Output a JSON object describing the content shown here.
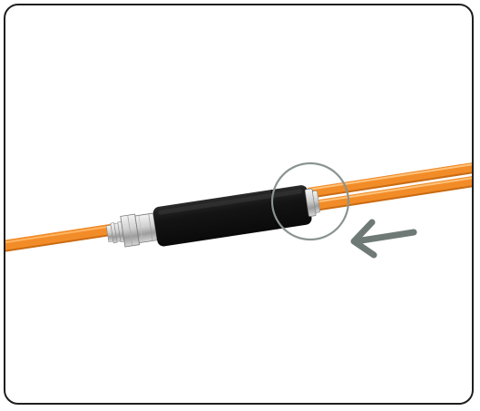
{
  "illustration": {
    "icons": {
      "frame": "rounded-frame",
      "cable": "orange-cable",
      "connector": "metal-connector",
      "sleeve": "black-sleeve",
      "highlight": "highlight-circle",
      "arrow": "arrow-left-icon"
    },
    "colors": {
      "cable_orange": "#f28c28",
      "cable_highlight": "#ffc27a",
      "cable_shadow": "#c96a12",
      "sleeve_black": "#151515",
      "sleeve_shine": "#3a3a3a",
      "metal_light": "#e6e6e6",
      "metal_dark": "#8a8a8a",
      "highlight_circle": "#8a9490",
      "arrow_gray": "#6f7a77",
      "frame_border": "#1e1e1e"
    }
  }
}
